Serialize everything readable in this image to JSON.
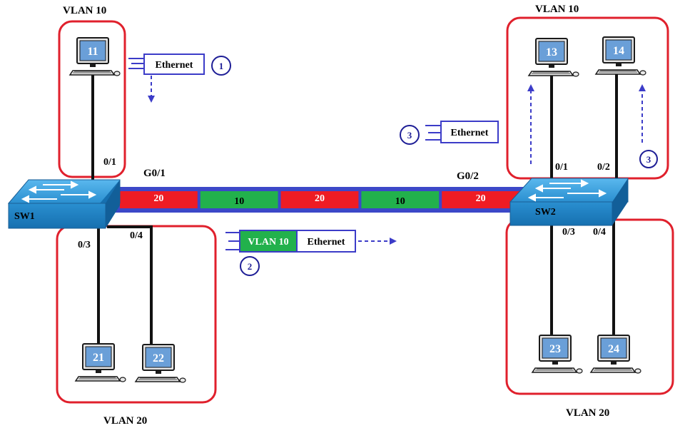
{
  "colors": {
    "vlan_box": "#e0202c",
    "trunk_blue": "#3c48c8",
    "vlan20_red": "#ee1c24",
    "vlan10_green": "#22b14c",
    "switch_blue": "#1e8fd0",
    "pc_screen": "#6a9fd8",
    "arrow_blue": "#3c3cc8"
  },
  "vlan_labels": {
    "sw1_top": "VLAN 10",
    "sw1_bottom": "VLAN 20",
    "sw2_top": "VLAN 10",
    "sw2_bottom": "VLAN 20"
  },
  "switches": {
    "sw1": "SW1",
    "sw2": "SW2"
  },
  "pcs": {
    "pc11": "11",
    "pc13": "13",
    "pc14": "14",
    "pc21": "21",
    "pc22": "22",
    "pc23": "23",
    "pc24": "24"
  },
  "ports": {
    "sw1_01": "0/1",
    "sw1_03": "0/3",
    "sw1_04": "0/4",
    "sw1_g01": "G0/1",
    "sw2_g02": "G0/2",
    "sw2_01": "0/1",
    "sw2_02": "0/2",
    "sw2_03": "0/3",
    "sw2_04": "0/4"
  },
  "trunk_segments": [
    {
      "label": "20",
      "vlan": "20"
    },
    {
      "label": "10",
      "vlan": "10"
    },
    {
      "label": "20",
      "vlan": "20"
    },
    {
      "label": "10",
      "vlan": "10"
    },
    {
      "label": "20",
      "vlan": "20"
    }
  ],
  "frames": {
    "step1": "Ethernet",
    "step2_tag": "VLAN 10",
    "step2_frame": "Ethernet",
    "step3": "Ethernet"
  },
  "steps": {
    "s1": "1",
    "s2": "2",
    "s3_frame": "3",
    "s3_arrow": "3"
  }
}
